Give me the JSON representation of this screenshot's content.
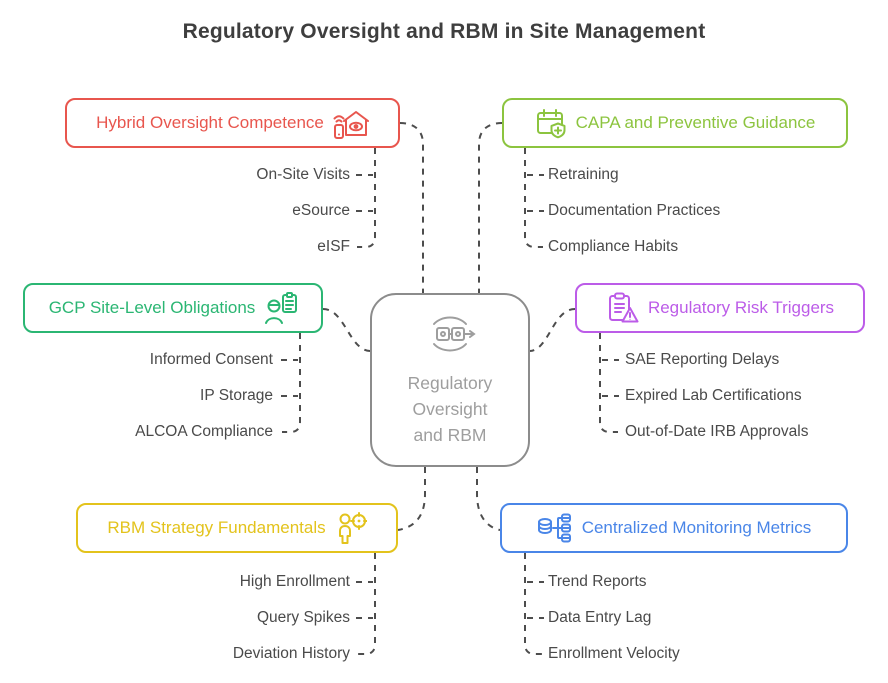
{
  "title": "Regulatory Oversight and RBM in Site Management",
  "center": {
    "lines": [
      "Regulatory",
      "Oversight",
      "and RBM"
    ],
    "full_label": "Regulatory Oversight and RBM",
    "icon": "process-flow-cycle-icon",
    "border_color": "#8c8c8c",
    "text_color": "#9e9e9e"
  },
  "connector_color": "#4d4d4d",
  "branches": [
    {
      "id": "hybrid-oversight",
      "label": "Hybrid Oversight Competence",
      "color": "#e8564e",
      "icon": "house-eye-phone-icon",
      "position": "top-left",
      "items": [
        "On-Site Visits",
        "eSource",
        "eISF"
      ]
    },
    {
      "id": "capa-guidance",
      "label": "CAPA and Preventive Guidance",
      "color": "#8cc43f",
      "icon": "calendar-shield-plus-icon",
      "position": "top-right",
      "items": [
        "Retraining",
        "Documentation Practices",
        "Compliance Habits"
      ]
    },
    {
      "id": "gcp-obligations",
      "label": "GCP Site-Level Obligations",
      "color": "#2bb673",
      "icon": "person-clipboard-icon",
      "position": "middle-left",
      "items": [
        "Informed Consent",
        "IP Storage",
        "ALCOA Compliance"
      ]
    },
    {
      "id": "risk-triggers",
      "label": "Regulatory Risk Triggers",
      "color": "#bc5ce8",
      "icon": "clipboard-warning-icon",
      "position": "middle-right",
      "items": [
        "SAE Reporting Delays",
        "Expired Lab Certifications",
        "Out-of-Date IRB Approvals"
      ]
    },
    {
      "id": "rbm-strategy",
      "label": "RBM Strategy Fundamentals",
      "color": "#e3c31c",
      "icon": "person-target-icon",
      "position": "bottom-left",
      "items": [
        "High Enrollment",
        "Query Spikes",
        "Deviation History"
      ]
    },
    {
      "id": "central-monitoring",
      "label": "Centralized Monitoring Metrics",
      "color": "#4a86e8",
      "icon": "database-branch-icon",
      "position": "bottom-right",
      "items": [
        "Trend Reports",
        "Data Entry Lag",
        "Enrollment Velocity"
      ]
    }
  ]
}
